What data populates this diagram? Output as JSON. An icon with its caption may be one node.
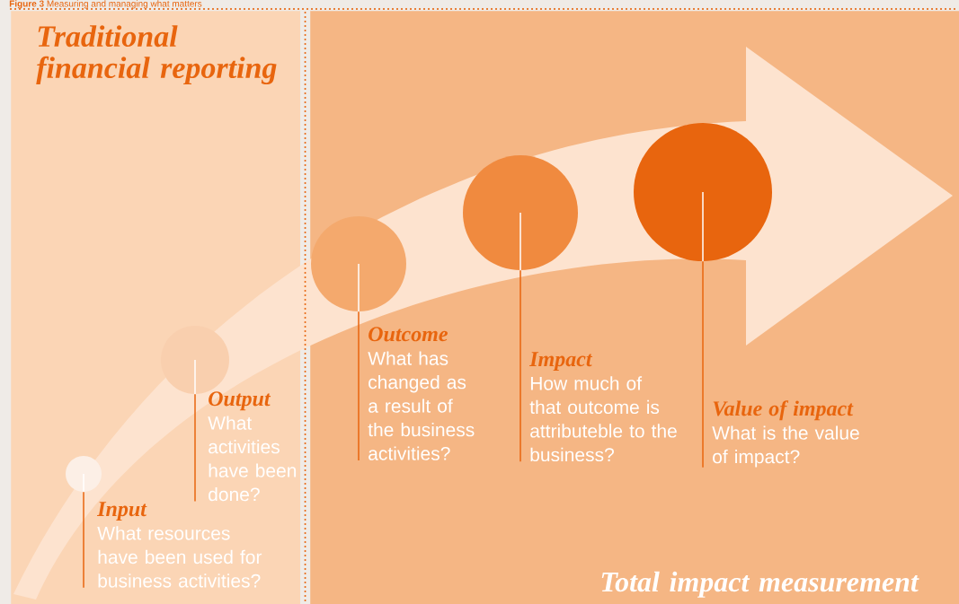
{
  "diagram": {
    "title": "**Figure 3** Measuring and managing what matters",
    "nodes": [
      {
        "text": [
          "Traditional financial reporting"
        ]
      },
      {
        "text": [],
        "shape": "circle",
        "in": 0
      },
      {
        "text": [
          "Input",
          "What resources have been used for business activities?"
        ],
        "in": 0
      },
      {
        "text": [],
        "shape": "circle",
        "in": 0
      },
      {
        "text": [
          "Output",
          "What activities have been done?"
        ],
        "in": 0
      },
      {
        "text": [
          "Total impact measurement"
        ]
      },
      {
        "text": [],
        "shape": "circle",
        "in": 5
      },
      {
        "text": [
          "Outcome",
          "What has changed as a result of the business activities?"
        ],
        "in": 5
      },
      {
        "text": [],
        "shape": "circle",
        "in": 5
      },
      {
        "text": [
          "Impact",
          "How much of that outcome is attributeble to the business?"
        ],
        "in": 5
      },
      {
        "text": [],
        "shape": "circle",
        "in": 5
      },
      {
        "text": [
          "Value of impact",
          "What is the value of impact?"
        ],
        "in": 5
      }
    ],
    "edges": [
      {
        "from": 1,
        "to": 2,
        "arrow": "none"
      },
      {
        "from": 3,
        "to": 4,
        "arrow": "none"
      },
      {
        "from": 6,
        "to": 7,
        "arrow": "none"
      },
      {
        "from": 8,
        "to": 9,
        "arrow": "none"
      },
      {
        "from": 10,
        "to": 11,
        "arrow": "none"
      }
    ]
  }
}
